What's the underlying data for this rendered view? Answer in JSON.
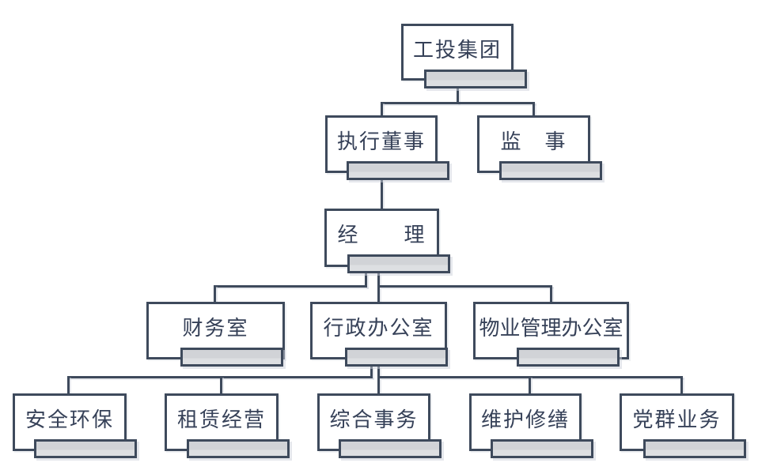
{
  "org_chart": {
    "type": "org-tree",
    "levels": 5,
    "colors": {
      "background": "#ffffff",
      "box_fill": "#ffffff",
      "border": "#3e4a5c",
      "connector": "#3e4a5c",
      "text": "#364158",
      "bar_fill": "#d1d3d7",
      "bar_fill_light": "#dddfe2"
    },
    "nodes": [
      {
        "id": "group",
        "label": "工投集团",
        "level": 1,
        "parent": null
      },
      {
        "id": "exec-director",
        "label": "执行董事",
        "level": 2,
        "parent": "group"
      },
      {
        "id": "supervisor",
        "label": "监　事",
        "level": 2,
        "parent": "group"
      },
      {
        "id": "manager",
        "label": "经　　理",
        "level": 3,
        "parent": "exec-director"
      },
      {
        "id": "finance-office",
        "label": "财务室",
        "level": 4,
        "parent": "manager"
      },
      {
        "id": "admin-office",
        "label": "行政办公室",
        "level": 4,
        "parent": "manager"
      },
      {
        "id": "property-office",
        "label": "物业管理办公室",
        "level": 4,
        "parent": "manager"
      },
      {
        "id": "safety-env",
        "label": "安全环保",
        "level": 5,
        "parent": "admin-office"
      },
      {
        "id": "leasing",
        "label": "租赁经营",
        "level": 5,
        "parent": "admin-office"
      },
      {
        "id": "general-affairs",
        "label": "综合事务",
        "level": 5,
        "parent": "admin-office"
      },
      {
        "id": "maintenance",
        "label": "维护修缮",
        "level": 5,
        "parent": "admin-office"
      },
      {
        "id": "party-mass",
        "label": "党群业务",
        "level": 5,
        "parent": "admin-office"
      }
    ]
  }
}
